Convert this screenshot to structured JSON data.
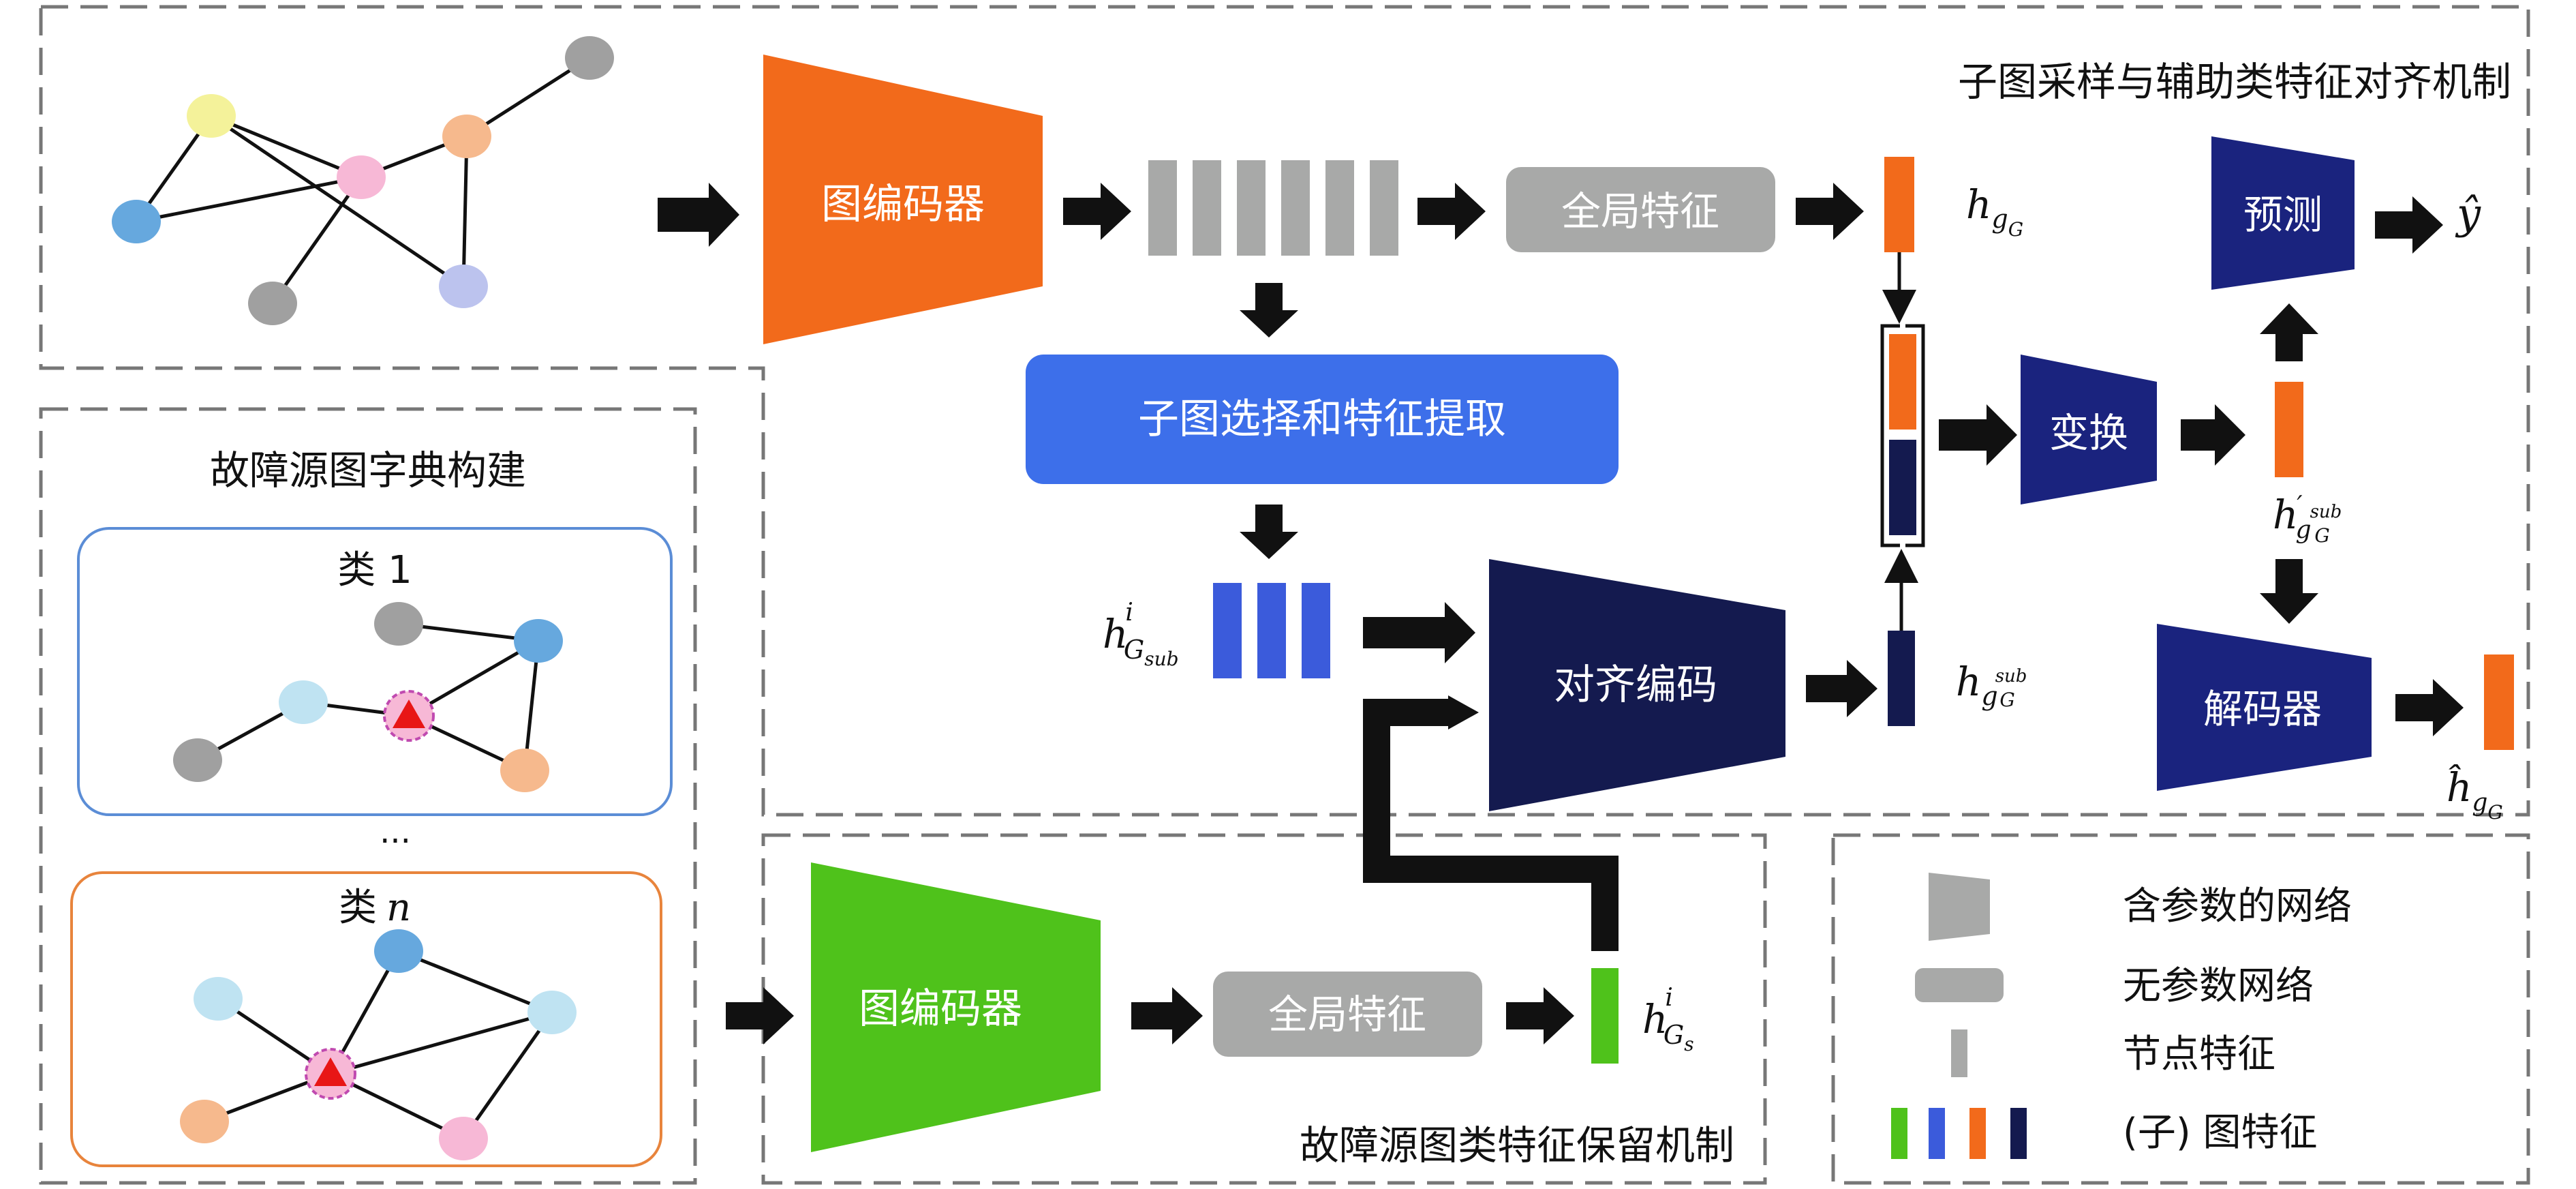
{
  "section_titles": {
    "subgraph_sampling": "子图采样与辅助类特征对齐机制",
    "dictionary": "故障源图字典构建",
    "class_retention": "故障源图类特征保留机制"
  },
  "blocks": {
    "encoder_top": "图编码器",
    "global_top": "全局特征",
    "subgraph_select": "子图选择和特征提取",
    "align_encoder": "对齐编码",
    "transform": "变换",
    "predict": "预测",
    "decoder": "解码器",
    "encoder_bottom": "图编码器",
    "global_bottom": "全局特征"
  },
  "dictionary": {
    "class1": "类 1",
    "ellipsis": "···",
    "classn_prefix": "类",
    "classn_var": "n"
  },
  "math": {
    "h_sub_sup": "i",
    "h_sub_base": "h",
    "h_sub_idx": "G",
    "h_sub_idx2": "sub",
    "h_gG_base": "h",
    "h_gG_idx": "g",
    "h_gG_idx2": "G",
    "y_hat": "ŷ",
    "h_gsub_base": "h",
    "h_gsub_idx": "g",
    "h_gsub_sup": "sub",
    "h_gsub_idx2": "G",
    "h_prime_base": "h",
    "h_prime_prime": "′",
    "h_prime_idx": "g",
    "h_prime_sup": "sub",
    "h_prime_idx2": "G",
    "h_hat_base": "ĥ",
    "h_hat_idx": "g",
    "h_hat_idx2": "G",
    "h_Gs_base": "h",
    "h_Gs_sup": "i",
    "h_Gs_idx": "G",
    "h_Gs_idx2": "s"
  },
  "legend": {
    "param_network": "含参数的网络",
    "nonparam_network": "无参数网络",
    "node_feature": "节点特征",
    "graph_feature": "(子) 图特征"
  },
  "colors": {
    "orange": "#F26A1B",
    "gray": "#A8A9A8",
    "blue": "#3B5BDB",
    "blue_box": "#3D6FEA",
    "navy": "#141A4F",
    "navy_box": "#1A237E",
    "green": "#4FC21B",
    "dict_blue": "#5B8DD6",
    "dict_orange": "#E8843C",
    "dash": "#777777"
  }
}
